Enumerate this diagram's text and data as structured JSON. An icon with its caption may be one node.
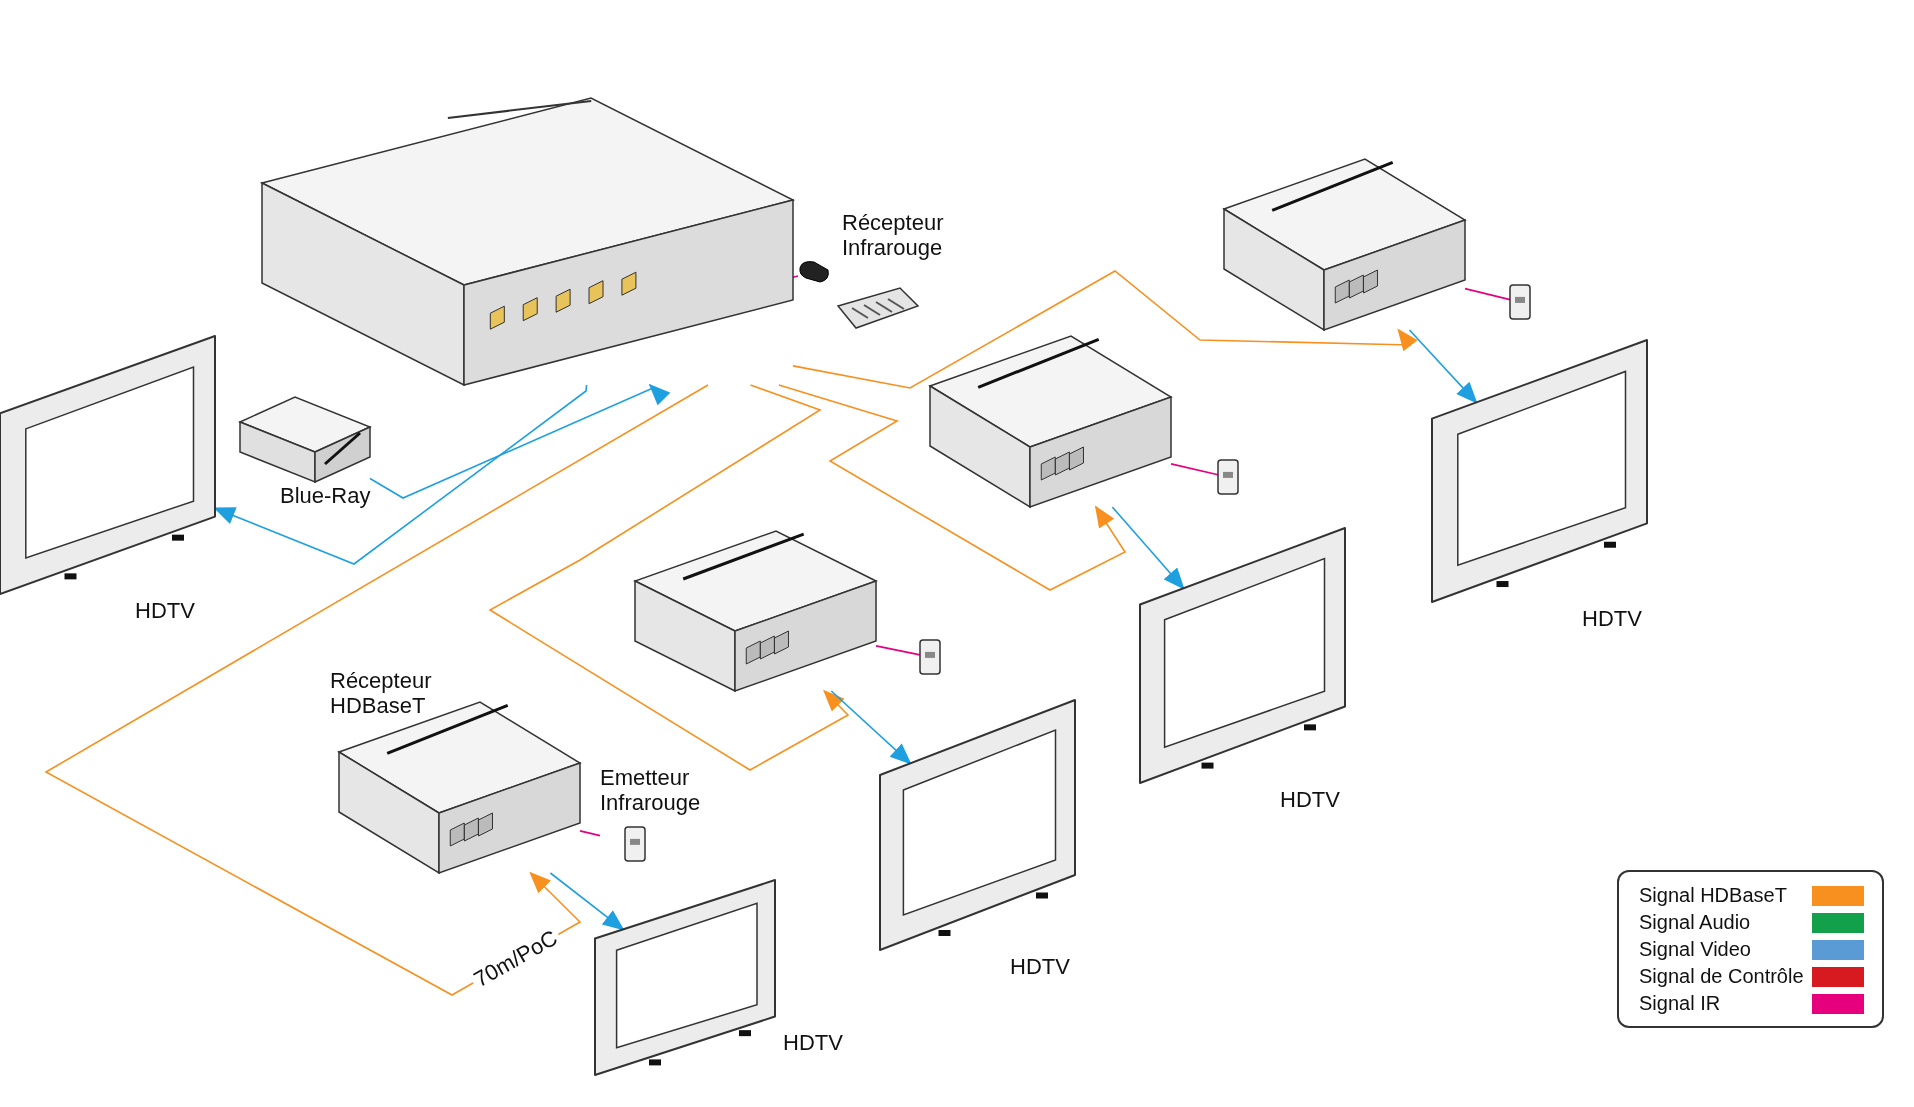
{
  "diagram": {
    "nodes": [
      {
        "text": [],
        "shape": "picture"
      },
      {
        "text": [
          "Récepteur Infrarouge"
        ]
      },
      {
        "text": [
          "HDTV"
        ]
      },
      {
        "text": [
          "Blue-Ray"
        ]
      },
      {
        "text": [],
        "shape": "picture"
      },
      {
        "text": [],
        "shape": "picture"
      },
      {
        "text": [],
        "shape": "picture"
      },
      {
        "text": [
          "Récepteur HDBaseT"
        ]
      },
      {
        "text": [
          "HDTV"
        ]
      },
      {
        "text": [
          "HDTV"
        ]
      },
      {
        "text": [
          "HDTV"
        ]
      },
      {
        "text": [
          "HDTV"
        ]
      },
      {
        "text": [],
        "shape": "picture"
      },
      {
        "text": [],
        "shape": "picture"
      },
      {
        "text": [],
        "shape": "picture"
      },
      {
        "text": [
          "Emetteur Infrarouge"
        ]
      }
    ],
    "edges": [
      {
        "from": 0,
        "to": 2,
        "arrow": "to",
        "color": "#1ea0e0"
      },
      {
        "from": 3,
        "to": 0,
        "arrow": "to",
        "color": "#1ea0e0"
      },
      {
        "from": 0,
        "to": 1,
        "arrow": "none",
        "color": "#e6007e"
      },
      {
        "from": 0,
        "to": 4,
        "arrow": "to",
        "color": "#f7901e"
      },
      {
        "from": 0,
        "to": 5,
        "arrow": "to",
        "color": "#f7901e"
      },
      {
        "from": 0,
        "to": 6,
        "arrow": "to",
        "color": "#f7901e"
      },
      {
        "from": 0,
        "to": 7,
        "arrow": "to",
        "color": "#f7901e",
        "label": "70m/PoC"
      },
      {
        "from": 4,
        "to": 8,
        "arrow": "to",
        "color": "#1ea0e0"
      },
      {
        "from": 5,
        "to": 9,
        "arrow": "to",
        "color": "#1ea0e0"
      },
      {
        "from": 6,
        "to": 10,
        "arrow": "to",
        "color": "#1ea0e0"
      },
      {
        "from": 7,
        "to": 11,
        "arrow": "to",
        "color": "#1ea0e0"
      },
      {
        "from": 4,
        "to": 12,
        "arrow": "none",
        "color": "#e6007e"
      },
      {
        "from": 5,
        "to": 13,
        "arrow": "none",
        "color": "#e6007e"
      },
      {
        "from": 6,
        "to": 14,
        "arrow": "none",
        "color": "#e6007e"
      },
      {
        "from": 7,
        "to": 15,
        "arrow": "none",
        "color": "#e6007e"
      }
    ],
    "legend": [
      {
        "text": "Signal HDBaseT",
        "color": "#f7901e"
      },
      {
        "text": "Signal Audio",
        "color": "#12a04a"
      },
      {
        "text": "Signal Video",
        "color": "#5b9bd5"
      },
      {
        "text": "Signal de Contrôle",
        "color": "#d71920"
      },
      {
        "text": "Signal IR",
        "color": "#e6007e"
      }
    ]
  }
}
